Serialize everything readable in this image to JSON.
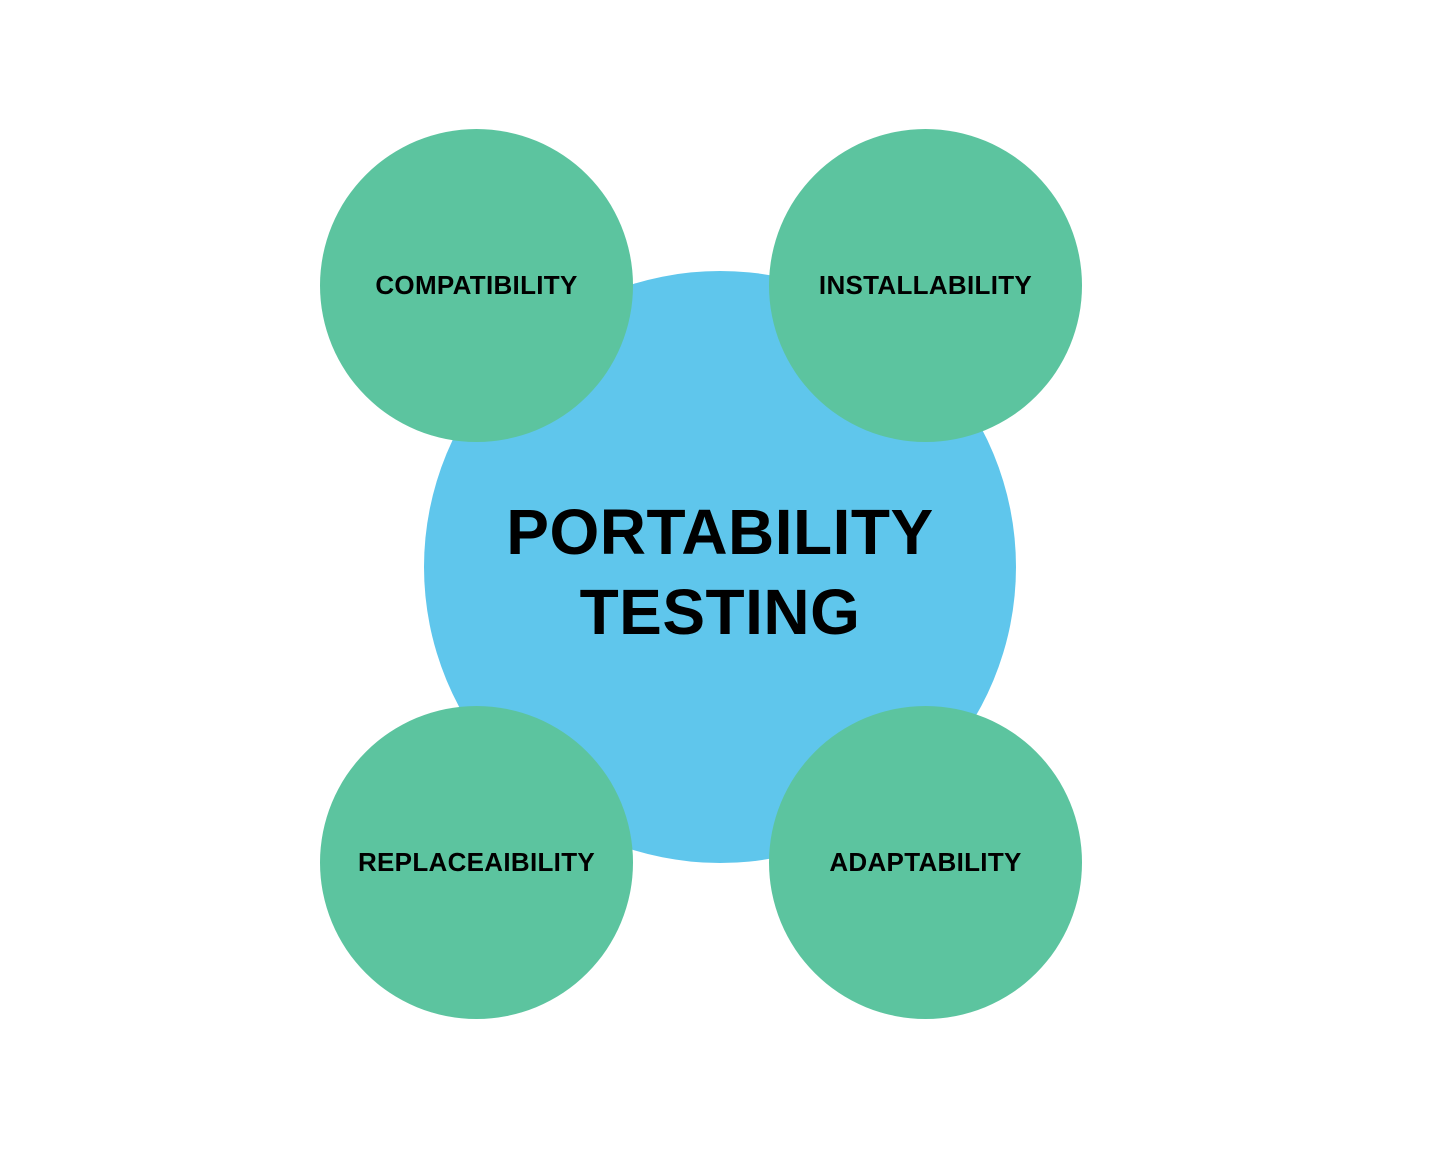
{
  "diagram": {
    "center": {
      "title_line1": "PORTABILITY",
      "title_line2": "TESTING",
      "color": "#5fc6ec"
    },
    "satellites": [
      {
        "label": "COMPATIBILITY",
        "position": "top-left",
        "color": "#5cc49f"
      },
      {
        "label": "INSTALLABILITY",
        "position": "top-right",
        "color": "#5cc49f"
      },
      {
        "label": "REPLACEAIBILITY",
        "position": "bottom-left",
        "color": "#5cc49f"
      },
      {
        "label": "ADAPTABILITY",
        "position": "bottom-right",
        "color": "#5cc49f"
      }
    ]
  }
}
